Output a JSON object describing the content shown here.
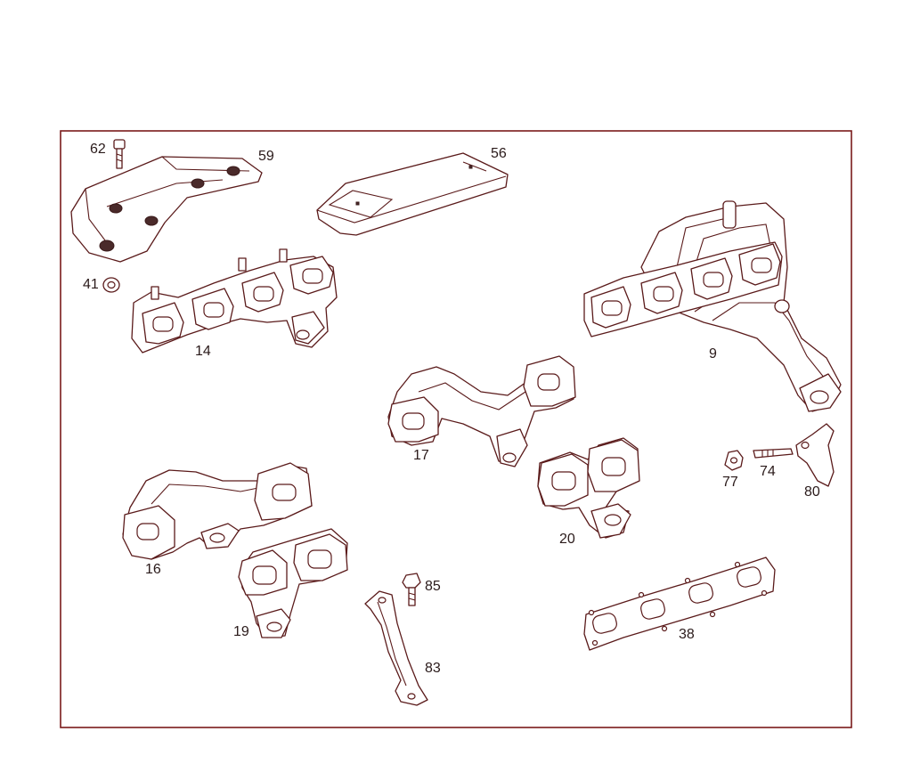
{
  "diagram": {
    "labels": {
      "p62": "62",
      "p59": "59",
      "p56": "56",
      "p41": "41",
      "p14": "14",
      "p9": "9",
      "p17": "17",
      "p77": "77",
      "p74": "74",
      "p80": "80",
      "p16": "16",
      "p20": "20",
      "p85": "85",
      "p19": "19",
      "p83": "83",
      "p38": "38"
    },
    "colors": {
      "frame": "#7a1a1a",
      "line": "#5a1a1a",
      "text": "#2a1a1a"
    }
  }
}
